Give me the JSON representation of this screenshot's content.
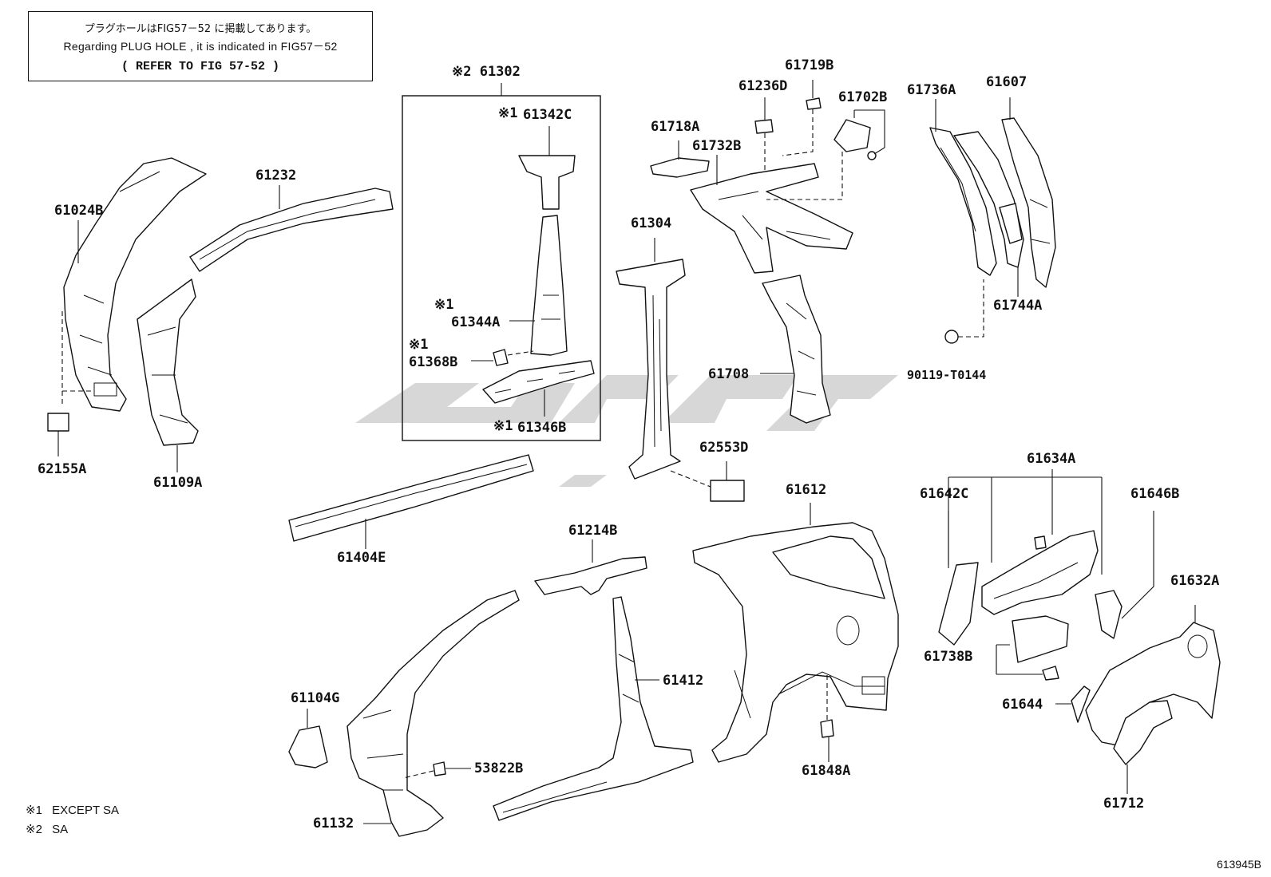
{
  "note": {
    "line_jp": "プラグホールはFIG57－52 に掲載してあります。",
    "line_en": "Regarding PLUG HOLE , it is indicated in FIG57－52",
    "line_refer": "(      REFER TO FIG 57-52 )"
  },
  "group": {
    "label": "※2 61302",
    "items": [
      {
        "mark": "※1",
        "code": "61342C"
      },
      {
        "mark": "※1",
        "code": "61344A"
      },
      {
        "mark": "※1",
        "code": "61368B"
      },
      {
        "mark": "※1",
        "code": "61346B"
      }
    ]
  },
  "parts": {
    "p61024B": "61024B",
    "p62155A": "62155A",
    "p61232": "61232",
    "p61109A": "61109A",
    "p61304": "61304",
    "p62553D": "62553D",
    "p61404E": "61404E",
    "p61718A": "61718A",
    "p61236D": "61236D",
    "p61719B": "61719B",
    "p61702B": "61702B",
    "p61732B": "61732B",
    "p61708": "61708",
    "p61736A": "61736A",
    "p61607": "61607",
    "p61744A": "61744A",
    "p90119": "90119-T0144",
    "p61634A": "61634A",
    "p61642C": "61642C",
    "p61646B": "61646B",
    "p61612": "61612",
    "p61214B": "61214B",
    "p61412": "61412",
    "p61104G": "61104G",
    "p53822B": "53822B",
    "p61132": "61132",
    "p61848A": "61848A",
    "p61738B": "61738B",
    "p61644": "61644",
    "p61632A": "61632A",
    "p61712": "61712"
  },
  "legend": [
    {
      "mark": "※1",
      "text": "EXCEPT SA"
    },
    {
      "mark": "※2",
      "text": "SA"
    }
  ],
  "figure_number": "613945B"
}
